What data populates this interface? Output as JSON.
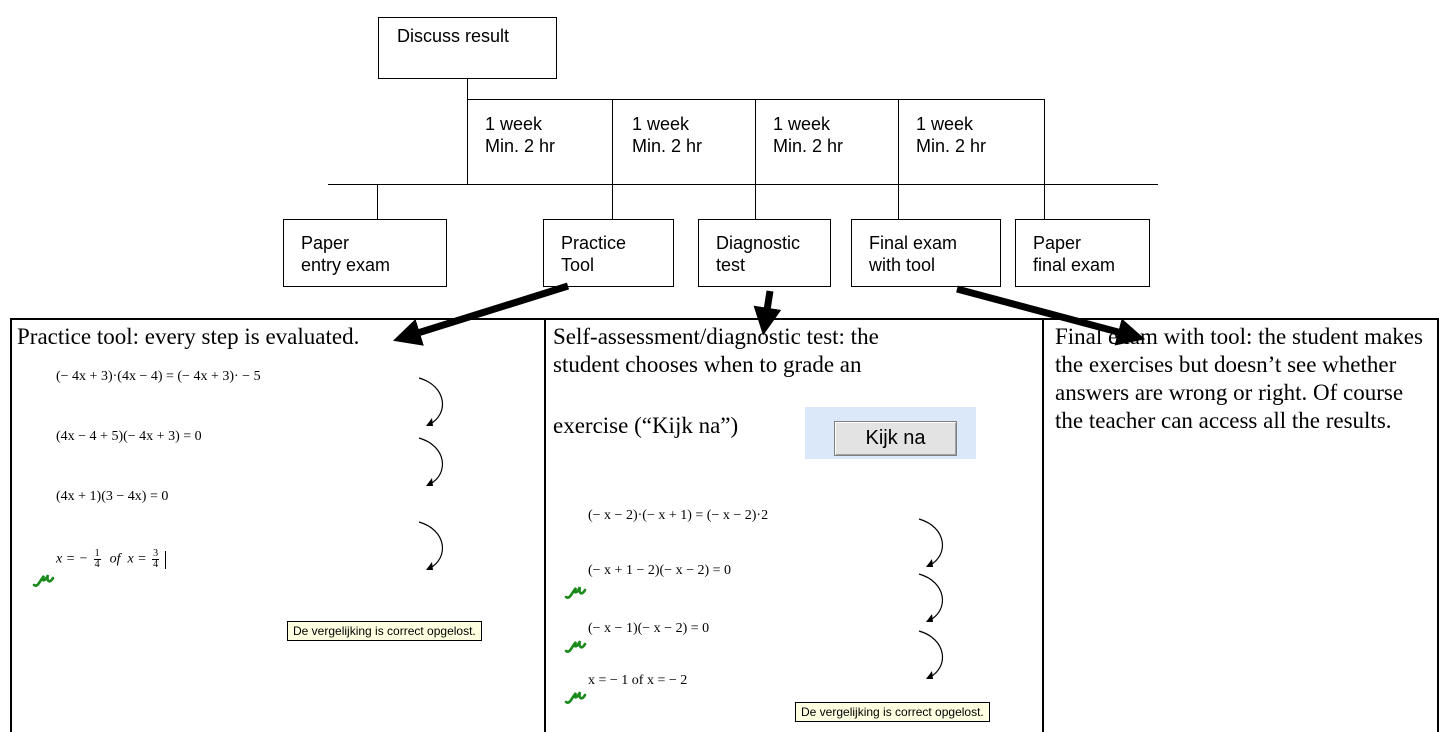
{
  "flowchart": {
    "top": "Discuss result",
    "durations": [
      {
        "line1": "1 week",
        "line2": "Min. 2 hr"
      },
      {
        "line1": "1 week",
        "line2": "Min. 2 hr"
      },
      {
        "line1": "1 week",
        "line2": "Min. 2 hr"
      },
      {
        "line1": "1 week",
        "line2": "Min. 2 hr"
      }
    ],
    "stages": [
      {
        "line1": "Paper",
        "line2": "entry exam"
      },
      {
        "line1": "Practice",
        "line2": "Tool"
      },
      {
        "line1": "Diagnostic",
        "line2": "test"
      },
      {
        "line1": "Final exam",
        "line2": "with tool"
      },
      {
        "line1": "Paper",
        "line2": "final exam"
      }
    ]
  },
  "panels": {
    "practice": {
      "caption": "Practice tool: every step is evaluated.",
      "steps": {
        "s1": "(− 4x + 3)·(4x − 4) = (− 4x + 3)· − 5",
        "s2": "(4x − 4 + 5)(− 4x + 3) = 0",
        "s3": "(4x + 1)(3 − 4x) = 0",
        "s4a": "x = −",
        "s4a_num": "1",
        "s4a_den": "4",
        "s4b": "of",
        "s4c": "x =",
        "s4c_num": "3",
        "s4c_den": "4"
      },
      "feedback": "De vergelijking is correct opgelost."
    },
    "diagnostic": {
      "caption1": "Self-assessment/diagnostic test: the",
      "caption2": "student chooses when to grade an",
      "caption3": "exercise (“Kijk na”)",
      "button": "Kijk na",
      "steps": {
        "s1": "(− x − 2)·(− x + 1) = (− x − 2)·2",
        "s2": "(− x + 1 − 2)(− x − 2) = 0",
        "s3": "(− x − 1)(− x − 2) = 0",
        "s4": "x = − 1  of  x = − 2"
      },
      "feedback": "De vergelijking is correct opgelost."
    },
    "final": {
      "caption": "Final exam with tool: the student makes the exercises but doesn’t see whether answers are wrong or right. Of course the teacher can access all the results."
    }
  },
  "colors": {
    "check": "#1a8a1a",
    "tooltip_bg": "#ffffe1",
    "button_panel": "#dbe8f9"
  }
}
